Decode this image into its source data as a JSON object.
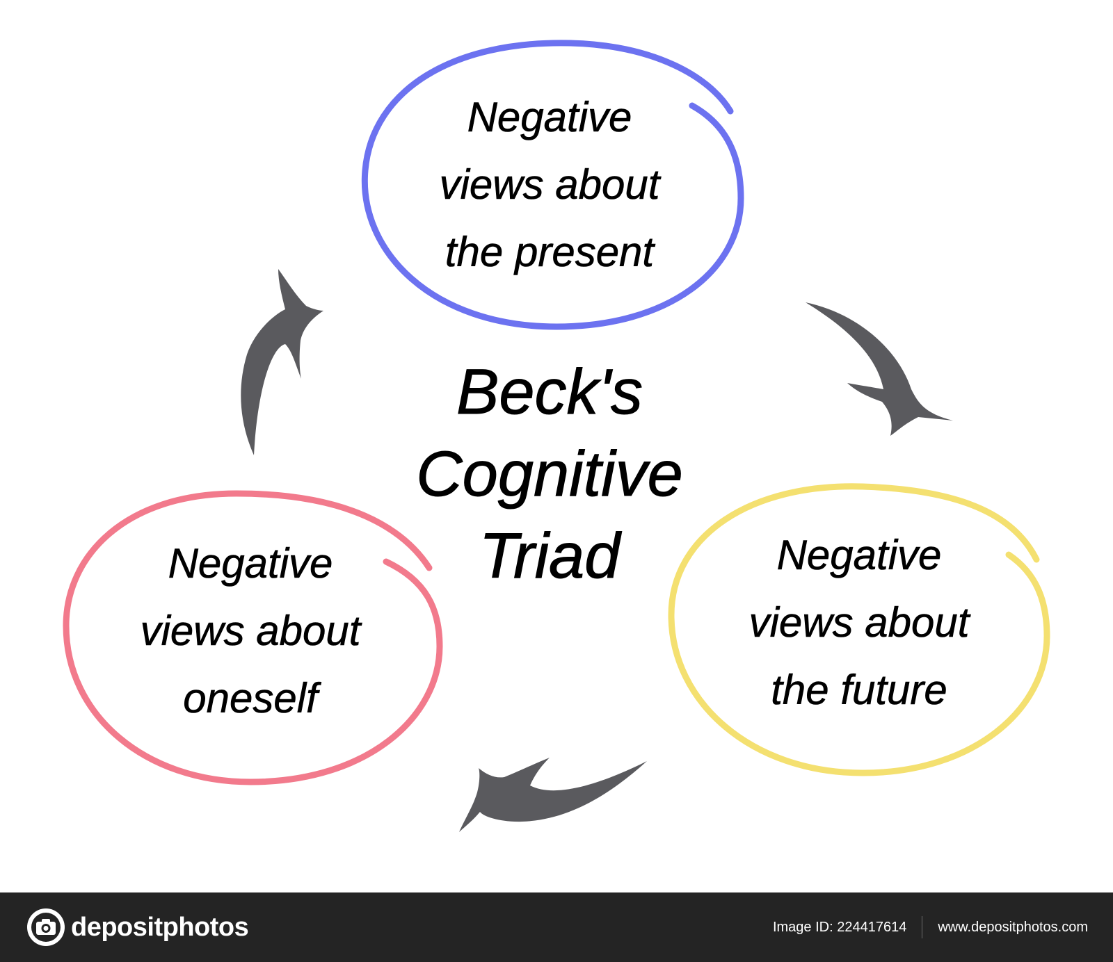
{
  "diagram": {
    "title_lines": [
      "Beck's",
      "Cognitive",
      "Triad"
    ],
    "nodes": [
      {
        "id": "present",
        "lines": [
          "Negative",
          "views about",
          "the present"
        ],
        "color": "#6c72f0"
      },
      {
        "id": "future",
        "lines": [
          "Negative",
          "views about",
          "the future"
        ],
        "color": "#f4e070"
      },
      {
        "id": "oneself",
        "lines": [
          "Negative",
          "views about",
          "oneself"
        ],
        "color": "#f27a8c"
      }
    ],
    "arrow_color": "#5a5a5e",
    "arrows": [
      {
        "from": "present",
        "to": "future"
      },
      {
        "from": "future",
        "to": "oneself"
      },
      {
        "from": "oneself",
        "to": "present"
      }
    ]
  },
  "footer": {
    "logo_text": "depositphotos",
    "image_id": "Image ID: 224417614",
    "site": "www.depositphotos.com",
    "background": "#242424"
  }
}
